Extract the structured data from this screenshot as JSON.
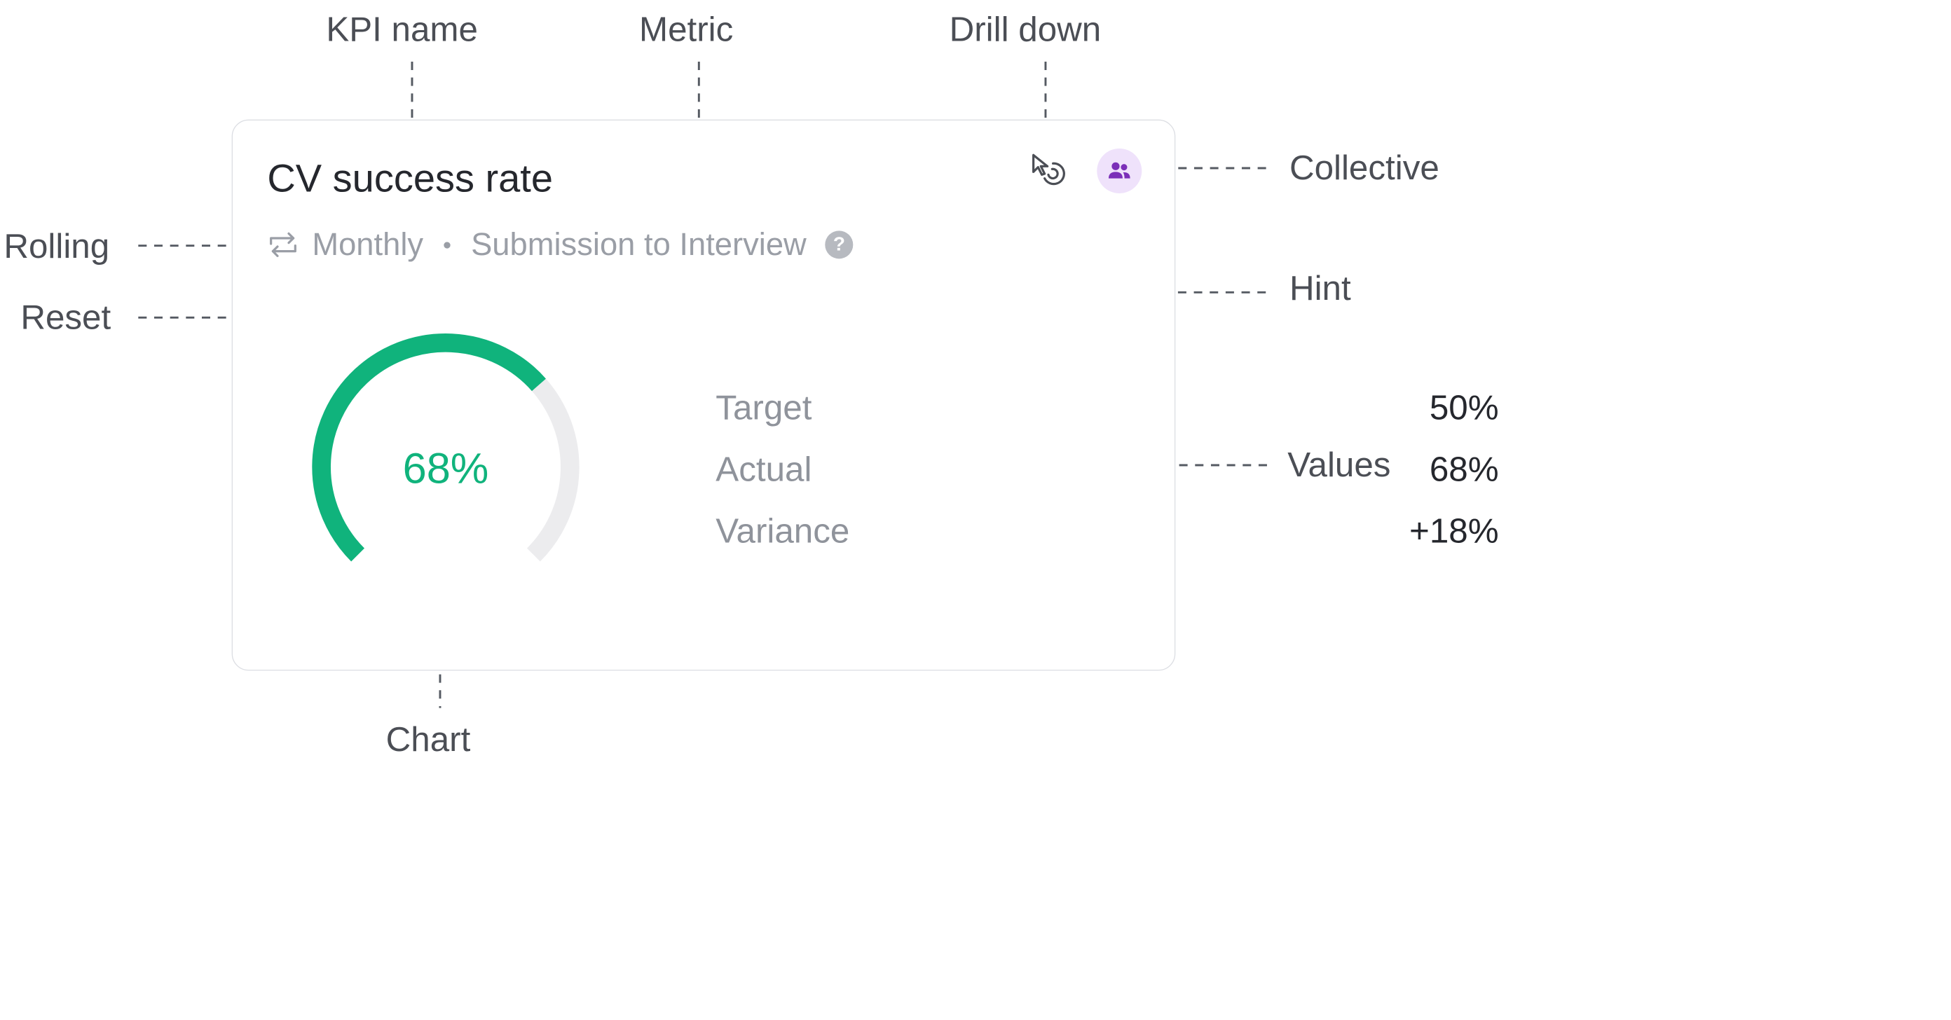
{
  "callouts": {
    "kpi_name": "KPI name",
    "metric": "Metric",
    "drill_down": "Drill down",
    "collective": "Collective",
    "rolling": "Rolling",
    "reset": "Reset",
    "hint": "Hint",
    "values": "Values",
    "chart": "Chart"
  },
  "card": {
    "title": "CV success rate",
    "period": "Monthly",
    "metric": "Submission to Interview",
    "hint_glyph": "?",
    "gauge": {
      "value_label": "68%",
      "value_fraction": 0.68,
      "fill_color": "#10b37c",
      "track_color": "#ececee"
    },
    "values": [
      {
        "label": "Target",
        "value": "50%"
      },
      {
        "label": "Actual",
        "value": "68%"
      },
      {
        "label": "Variance",
        "value": "+18%"
      }
    ]
  },
  "icons": {
    "rolling": "refresh-arrows-icon",
    "drill_down": "pointer-click-icon",
    "collective": "people-icon",
    "hint": "question-circle-icon"
  },
  "colors": {
    "accent_green": "#10b37c",
    "collective_purple": "#7b2fb8",
    "collective_bg": "#efe2fb"
  }
}
